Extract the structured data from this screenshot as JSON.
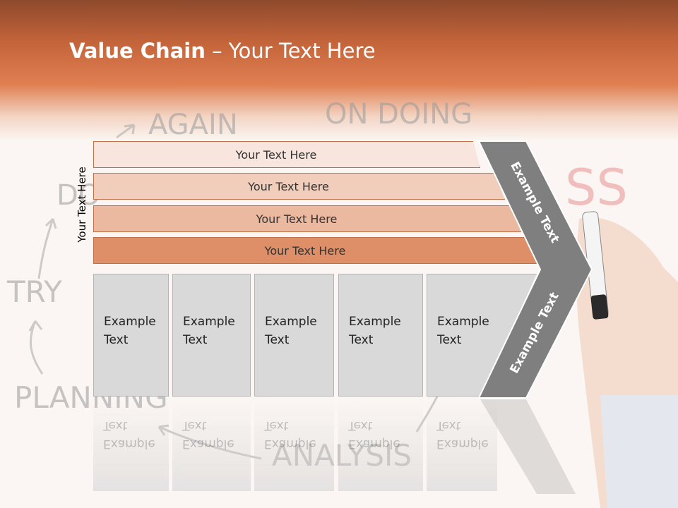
{
  "title": {
    "bold": "Value Chain",
    "rest": " – Your Text Here"
  },
  "side_label": "Your Text Here",
  "bars": [
    "Your Text Here",
    "Your Text Here",
    "Your Text Here",
    "Your Text Here"
  ],
  "boxes": [
    {
      "line1": "Example",
      "line2": "Text"
    },
    {
      "line1": "Example",
      "line2": "Text"
    },
    {
      "line1": "Example",
      "line2": "Text"
    },
    {
      "line1": "Example",
      "line2": "Text"
    },
    {
      "line1": "Example",
      "line2": "Text"
    }
  ],
  "chevron_top_label": "Example Text",
  "chevron_bottom_label": "Example Text",
  "background_words": [
    "DO AGAIN",
    "ON DOING",
    "SUCCESS",
    "TRY",
    "PLANNING",
    "ANALYSIS"
  ],
  "colors": {
    "bar1": "#f8e6de",
    "bar2": "#f1cdbb",
    "bar3": "#ebb99f",
    "bar4": "#df8f67",
    "chevron": "#7f7f7f",
    "box": "#d9d9d9"
  }
}
